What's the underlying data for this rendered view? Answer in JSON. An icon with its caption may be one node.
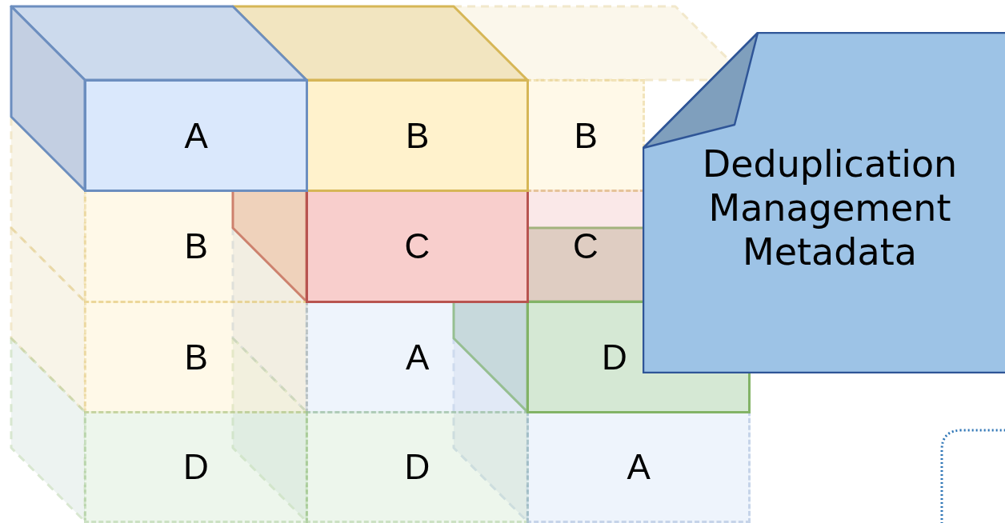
{
  "diagram": {
    "nodes": [
      {
        "text": [
          "A"
        ]
      },
      {
        "text": [
          "B"
        ]
      },
      {
        "text": [
          "B"
        ]
      },
      {
        "text": [
          "B"
        ]
      },
      {
        "text": [
          "C"
        ]
      },
      {
        "text": [
          "C"
        ]
      },
      {
        "text": [
          "B"
        ]
      },
      {
        "text": [
          "A"
        ]
      },
      {
        "text": [
          "D"
        ]
      },
      {
        "text": [
          "D"
        ]
      },
      {
        "text": [
          "D"
        ]
      },
      {
        "text": [
          "A"
        ]
      },
      {
        "text": [
          "Deduplication Management Metadata"
        ]
      }
    ],
    "edges": []
  }
}
